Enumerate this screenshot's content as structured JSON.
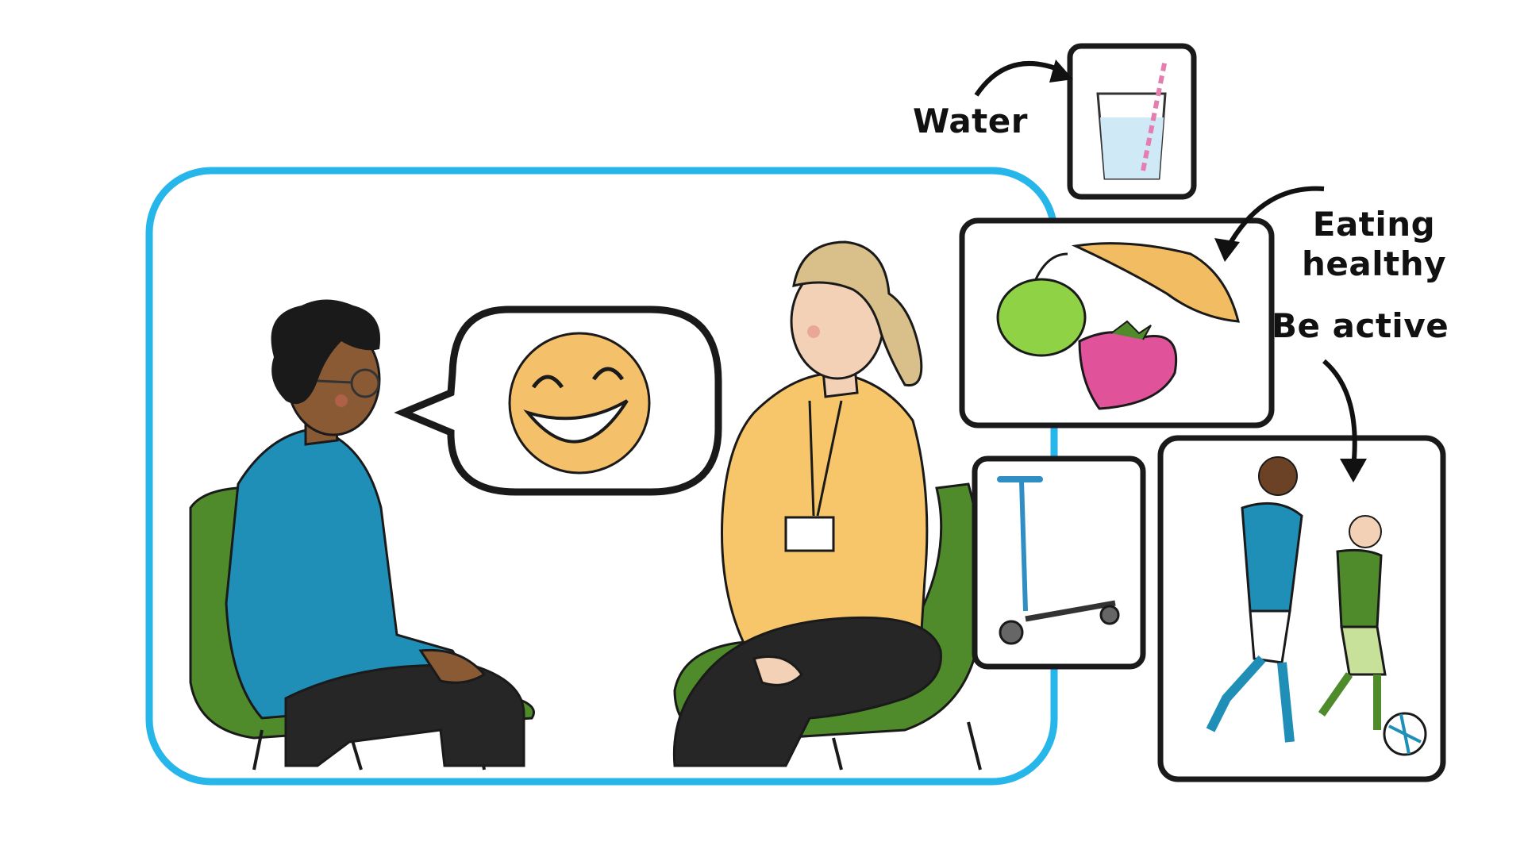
{
  "labels": {
    "water": "Water",
    "eating_line1": "Eating",
    "eating_line2": "healthy",
    "be_active": "Be active"
  },
  "colors": {
    "frame_blue": "#26b6ea",
    "chair_green": "#4f8a2b",
    "teen_sweater": "#1f8fb8",
    "adult_shirt": "#f7c66a",
    "smiley": "#f5c06a",
    "apple": "#8fd245",
    "banana": "#f2bd62",
    "strawberry": "#e0539b",
    "scooter": "#2f8fc5"
  },
  "icons": [
    "smiley-icon",
    "water-glass-icon",
    "apple-icon",
    "banana-icon",
    "strawberry-icon",
    "scooter-icon",
    "football-icon"
  ]
}
